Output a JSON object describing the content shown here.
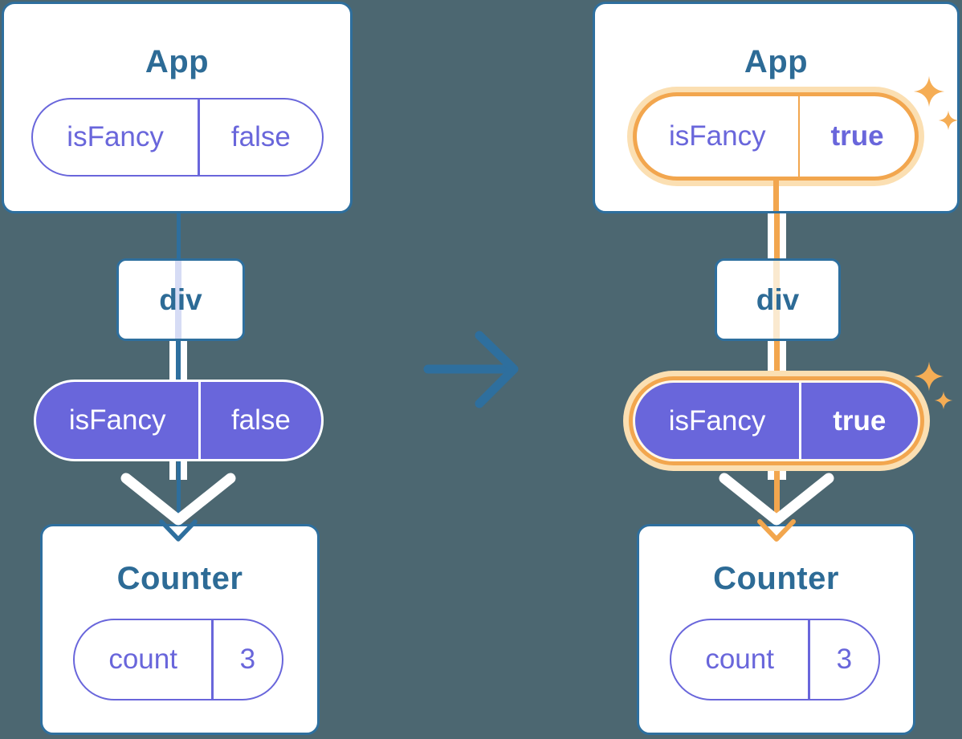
{
  "colors": {
    "bg": "#4C6771",
    "teal": "#2E6F9E",
    "teal-text": "#2D6B96",
    "purple": "#6966DB",
    "lavender": "#D6DCF5",
    "orange": "#F2A64E",
    "orange-pale": "#FBDFB2",
    "orange-faint": "#FAE9CF",
    "cream": "#FFF7EA",
    "sparkle": "#F5AD55"
  },
  "before": {
    "app": {
      "title": "App",
      "prop": {
        "name": "isFancy",
        "value": "false"
      }
    },
    "div": {
      "label": "div"
    },
    "passed_prop": {
      "name": "isFancy",
      "value": "false"
    },
    "counter": {
      "title": "Counter",
      "state": {
        "name": "count",
        "value": "3"
      }
    }
  },
  "after": {
    "app": {
      "title": "App",
      "prop": {
        "name": "isFancy",
        "value": "true"
      }
    },
    "div": {
      "label": "div"
    },
    "passed_prop": {
      "name": "isFancy",
      "value": "true"
    },
    "counter": {
      "title": "Counter",
      "state": {
        "name": "count",
        "value": "3"
      }
    }
  }
}
